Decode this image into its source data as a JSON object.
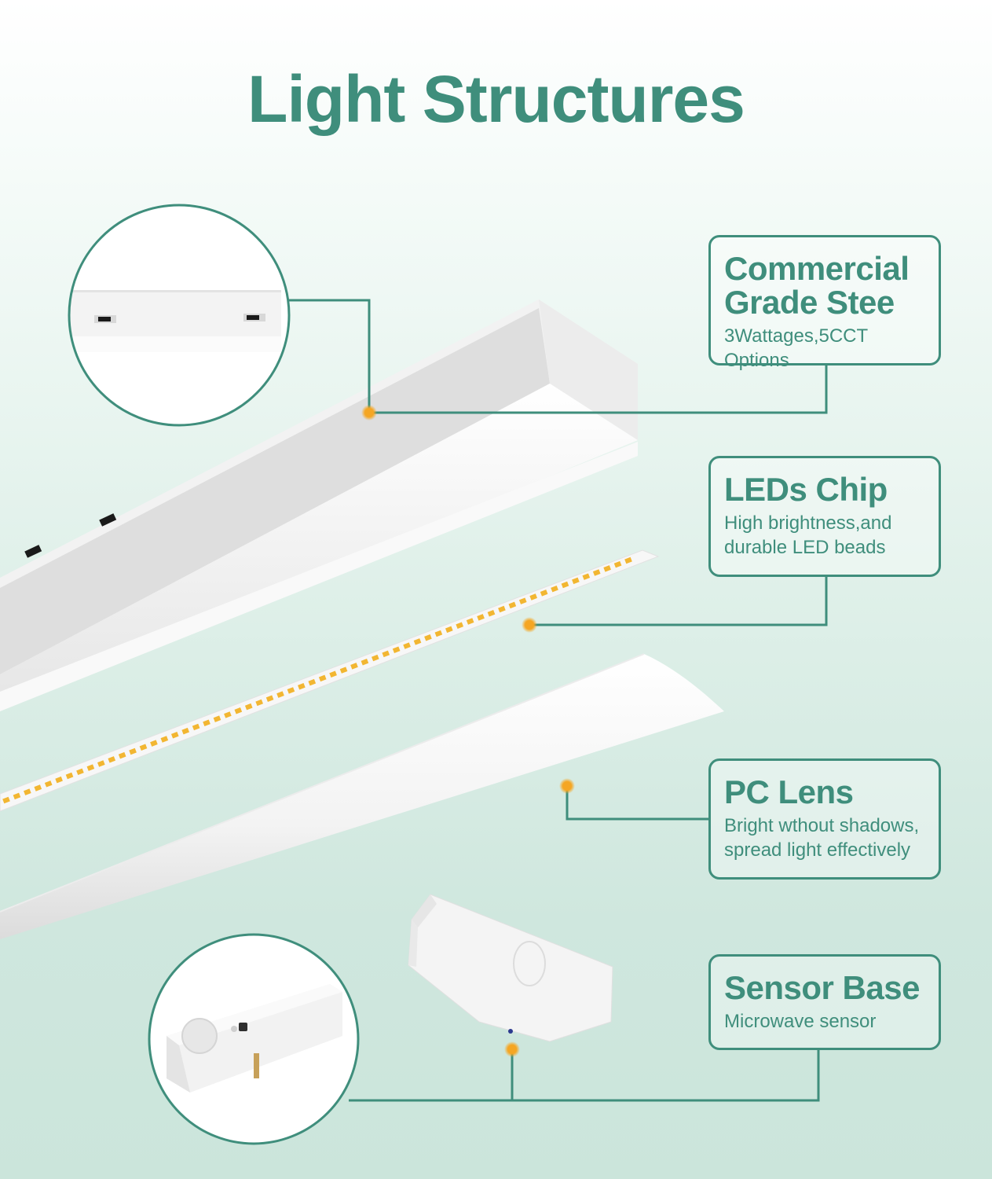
{
  "title": "Light Structures",
  "callouts": [
    {
      "heading_line1": "Commercial",
      "heading_line2": "Grade Stee",
      "subtitle": "3Wattages,5CCT Options"
    },
    {
      "heading": "LEDs Chip",
      "subtitle_line1": "High brightness,and",
      "subtitle_line2": "durable LED beads"
    },
    {
      "heading": "PC Lens",
      "subtitle_line1": "Bright wthout shadows,",
      "subtitle_line2": "spread light effectively"
    },
    {
      "heading": "Sensor Base",
      "subtitle": "Microwave sensor"
    }
  ],
  "colors": {
    "accent": "#3f8e7c",
    "dot": "#f5a623",
    "led": "#f2b632"
  }
}
